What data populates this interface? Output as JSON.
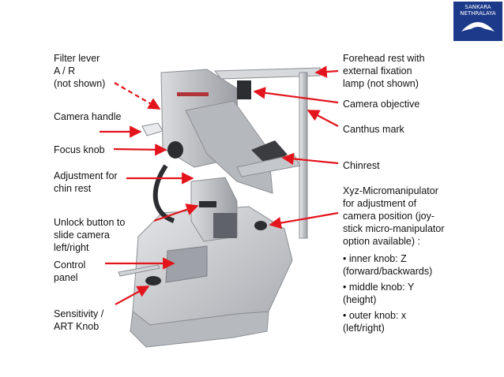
{
  "logo": {
    "text": "SANKARA\nNETHRALAYA",
    "bg": "#1d3a8a"
  },
  "labels": {
    "filter_lever": "Filter lever\nA / R\n(not shown)",
    "camera_handle": "Camera handle",
    "focus_knob": "Focus knob",
    "adjustment_chin_rest": "Adjustment for\nchin rest",
    "unlock_button": "Unlock button to\nslide camera\nleft/right",
    "control_panel": "Control\npanel",
    "sensitivity_knob": "Sensitivity /\nART Knob",
    "forehead_rest": "Forehead rest with\nexternal fixation\nlamp (not shown)",
    "camera_objective": "Camera objective",
    "canthus_mark": "Canthus mark",
    "chinrest": "Chinrest",
    "xyz_title": "Xyz-Micromanipulator\nfor adjustment of\ncamera position (joy-\nstick micro-manipulator\noption available) :",
    "inner_knob": "• inner knob: Z\n(forward/backwards)",
    "middle_knob": "• middle knob: Y\n(height)",
    "outer_knob": "• outer knob: x\n(left/right)"
  },
  "colors": {
    "arrow": "#e3141c",
    "device": "#c9ccd0",
    "device_dark": "#2b2d31"
  }
}
